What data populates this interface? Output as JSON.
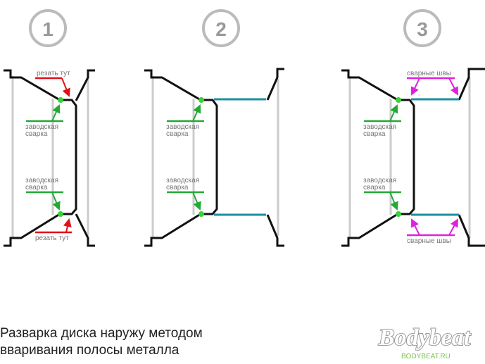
{
  "steps": [
    {
      "number": "1",
      "labels": {
        "cut_top": "резать тут",
        "cut_bottom": "резать тут",
        "weld_top_1": "заводская",
        "weld_top_2": "сварка",
        "weld_bottom_1": "заводская",
        "weld_bottom_2": "сварка"
      }
    },
    {
      "number": "2",
      "labels": {
        "weld_top_1": "заводская",
        "weld_top_2": "сварка",
        "weld_bottom_1": "заводская",
        "weld_bottom_2": "сварка"
      }
    },
    {
      "number": "3",
      "labels": {
        "seam_top": "сварные швы",
        "seam_bottom": "сварные швы",
        "weld_top_1": "заводская",
        "weld_top_2": "сварка",
        "weld_bottom_1": "заводская",
        "weld_bottom_2": "сварка"
      }
    }
  ],
  "caption": {
    "line1": "Разварка диска наружу методом",
    "line2": "вваривания полосы металла"
  },
  "logo": {
    "text": "Bodybeat",
    "site": "BODYBEAT.RU"
  },
  "colors": {
    "cut": "#e0101a",
    "factory_weld": "#22aa33",
    "new_strip": "#1a8fa0",
    "new_seam": "#e020e0",
    "weld_dot": "#39d13a",
    "outline": "#111111",
    "rim_face": "#cccccc"
  }
}
